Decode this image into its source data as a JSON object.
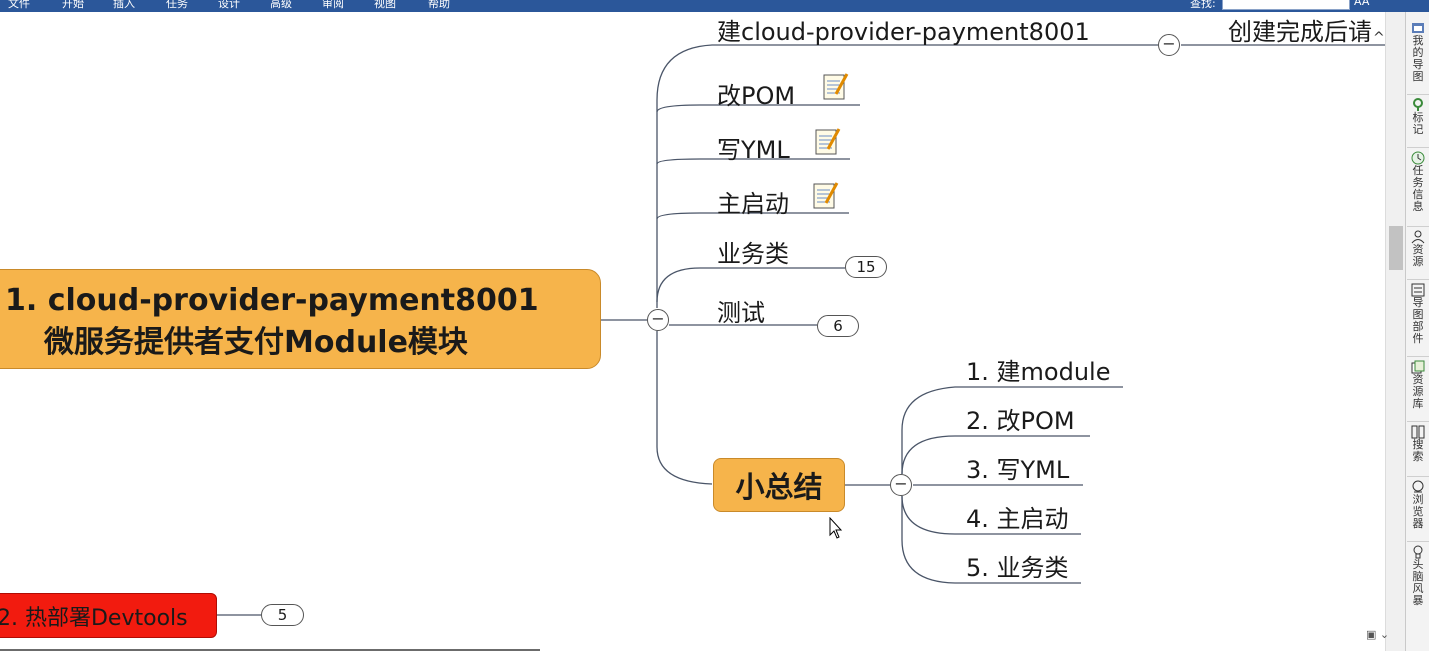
{
  "menu": {
    "items": [
      "文件",
      "开始",
      "插入",
      "任务",
      "设计",
      "高级",
      "审阅",
      "视图",
      "帮助"
    ],
    "search_label": "查找:",
    "font_btn": "AA"
  },
  "center_topic": {
    "line1": "1. cloud-provider-payment8001",
    "line2": "微服务提供者支付Module模块"
  },
  "branches": {
    "create": "建cloud-provider-payment8001",
    "create_note": "创建完成后请",
    "pom": "改POM",
    "yml": "写YML",
    "main": "主启动",
    "business": "业务类",
    "business_count": "15",
    "test": "测试",
    "test_count": "6"
  },
  "summary": {
    "label": "小总结",
    "items": [
      "1. 建module",
      "2. 改POM",
      "3. 写YML",
      "4. 主启动",
      "5. 业务类"
    ]
  },
  "devtools": {
    "label": "2. 热部署Devtools",
    "count": "5"
  },
  "side_panel": [
    "我的导图",
    "标记",
    "任务信息",
    "资源",
    "导图部件",
    "资源库",
    "搜索",
    "浏览器",
    "头脑风暴"
  ],
  "colors": {
    "topic_orange": "#f6b44b",
    "devtools_red": "#f21b0f",
    "menubar_blue": "#2b579a"
  }
}
